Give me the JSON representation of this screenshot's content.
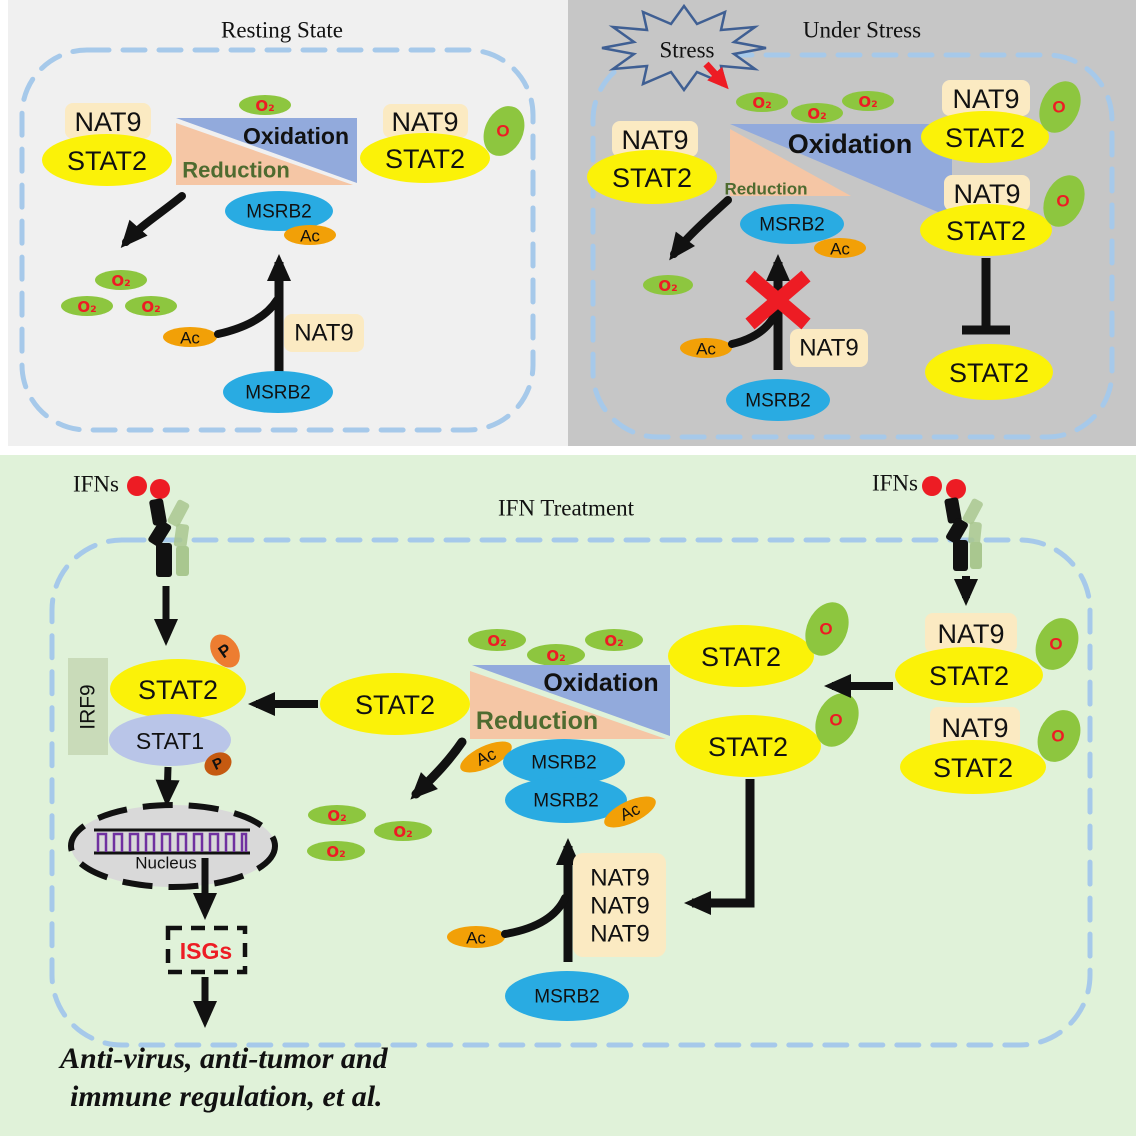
{
  "molecules": {
    "nat9": "NAT9",
    "stat2": "STAT2",
    "stat1": "STAT1",
    "irf9": "IRF9",
    "msrb2": "MSRB2",
    "ac": "Ac",
    "o2": "O₂",
    "o": "O",
    "p": "P",
    "ifns": "IFNs"
  },
  "process": {
    "oxidation": "Oxidation",
    "reduction": "Reduction"
  },
  "panels": {
    "resting": {
      "title": "Resting State"
    },
    "stress": {
      "title": "Under Stress",
      "stress_label": "Stress"
    },
    "ifn": {
      "title": "IFN Treatment",
      "nucleus_label": "Nucleus",
      "isgs_label": "ISGs",
      "outcome_line1": "Anti-virus, anti-tumor and",
      "outcome_line2": "immune regulation, et al."
    }
  },
  "colors": {
    "yellow": "#fbf208",
    "cream": "#fbeac2",
    "msrb2_blue": "#29abe2",
    "o2_green": "#8dc63f",
    "ac_orange": "#f2a007",
    "reduction_peach": "#f5c6a5",
    "oxidation_periwinkle": "#92aadc",
    "stat1_blue": "#b9c5e8",
    "irf9_green": "#c9dbb9",
    "membrane_dash": "#a6c9ea",
    "red": "#ed1c24",
    "reduction_text_green": "#4e6b30",
    "bg_resting": "#f0f0f0",
    "bg_stress": "#c6c6c6",
    "bg_ifn": "#e0f2d9",
    "nucleus_gray": "#d9d9d9",
    "dna_purple": "#7030a0",
    "p_orange": "#ed7d31",
    "p_brown": "#c55a11",
    "receptor_green": "#a9c78f",
    "stress_outline": "#3f5f93"
  }
}
